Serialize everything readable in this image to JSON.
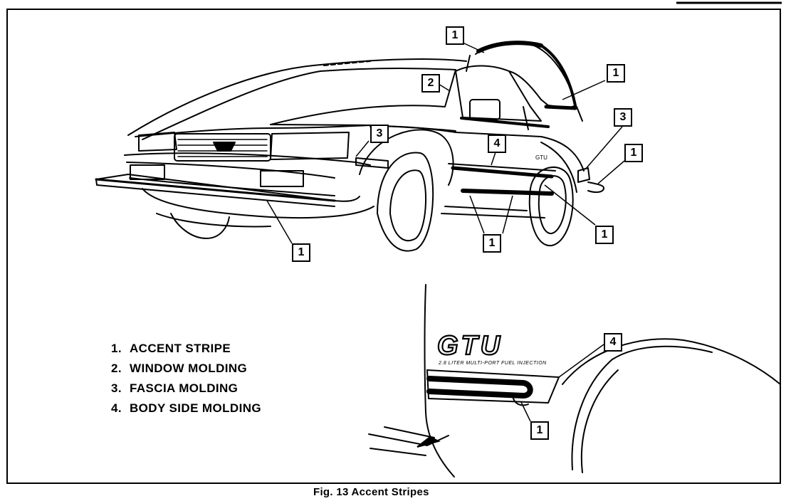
{
  "callouts": {
    "window_top": "1",
    "window_right": "1",
    "window_molding": "2",
    "fascia_front": "3",
    "fascia_rear": "3",
    "body_side_molding": "4",
    "rear_bumper": "1",
    "rocker_rear": "1",
    "rocker_front": "1",
    "front_bumper": "1",
    "detail_molding": "4",
    "detail_stripe": "1"
  },
  "detail_badge": {
    "logo_text": "GTU",
    "sub_text": "2.8 LITER MULTI-PORT FUEL INJECTION"
  },
  "legend": [
    {
      "num": "1.",
      "label": "ACCENT STRIPE"
    },
    {
      "num": "2.",
      "label": "WINDOW MOLDING"
    },
    {
      "num": "3.",
      "label": "FASCIA MOLDING"
    },
    {
      "num": "4.",
      "label": "BODY SIDE MOLDING"
    }
  ],
  "caption": "Fig. 13 Accent Stripes"
}
